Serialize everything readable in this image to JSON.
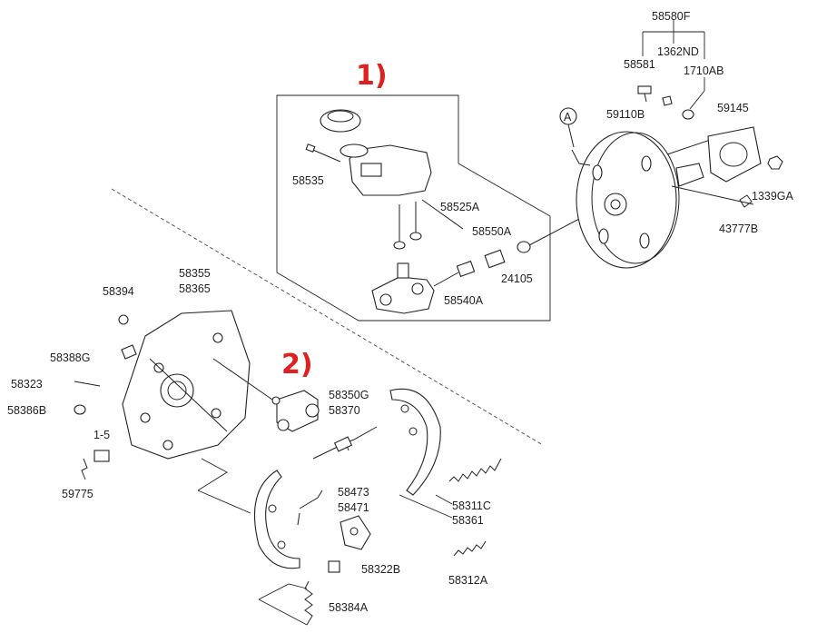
{
  "callouts": {
    "one": "1)",
    "two": "2)"
  },
  "ref_marker": "A",
  "labels": {
    "p58580F": "58580F",
    "p58581": "58581",
    "p1362ND": "1362ND",
    "p1710AB": "1710AB",
    "p59110B": "59110B",
    "p59145": "59145",
    "p1339GA": "1339GA",
    "p43777B": "43777B",
    "p58535": "58535",
    "p58525A": "58525A",
    "p58550A": "58550A",
    "p24105": "24105",
    "p58540A": "58540A",
    "p58355": "58355",
    "p58365": "58365",
    "p58394": "58394",
    "p58388G": "58388G",
    "p58323": "58323",
    "p58386B": "58386B",
    "p1_5": "1-5",
    "p59775": "59775",
    "p58350G": "58350G",
    "p58370": "58370",
    "p58473": "58473",
    "p58471": "58471",
    "p58311C": "58311C",
    "p58361": "58361",
    "p58322B": "58322B",
    "p58312A": "58312A",
    "p58384A": "58384A"
  },
  "colors": {
    "callout": "#e02020",
    "line": "#222222"
  }
}
